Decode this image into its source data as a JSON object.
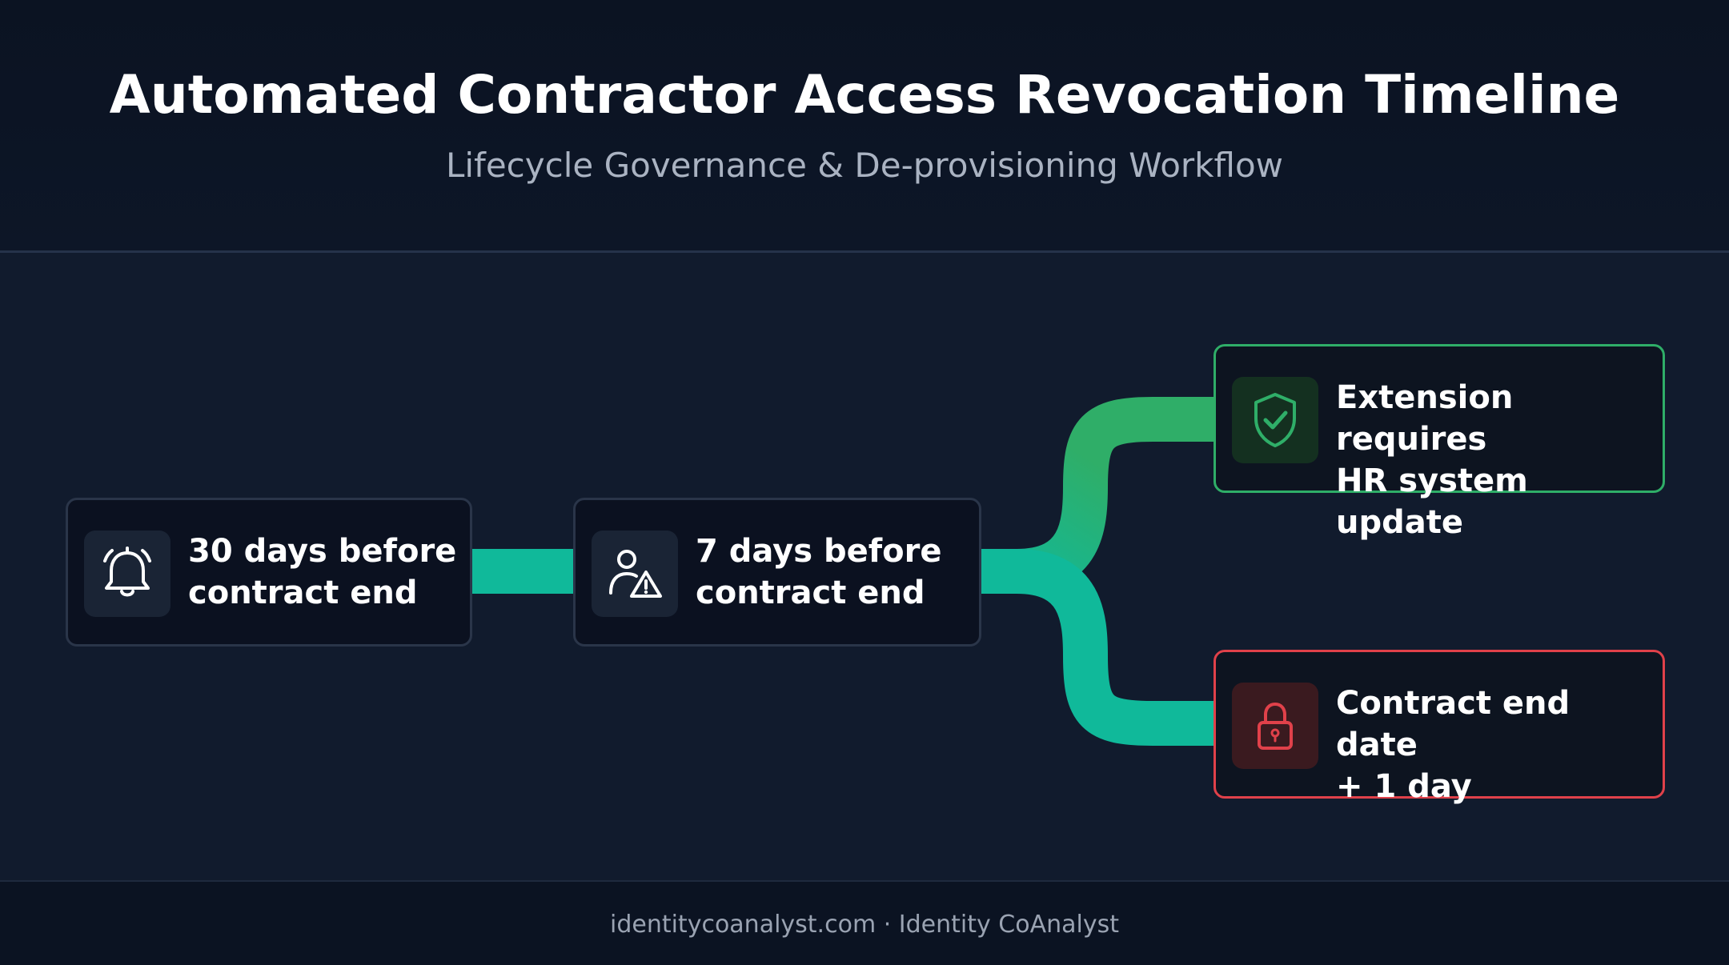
{
  "header": {
    "title": "Automated Contractor Access Revocation Timeline",
    "subtitle": "Lifecycle Governance & De-provisioning Workflow"
  },
  "nodes": [
    {
      "id": "step-30-days",
      "label": "30 days before\ncontract end",
      "icon": "bell-icon"
    },
    {
      "id": "step-7-days",
      "label": "7 days before\ncontract end",
      "icon": "user-warning-icon"
    },
    {
      "id": "branch-extension",
      "label": "Extension requires\nHR system update",
      "icon": "shield-check-icon",
      "status": "success"
    },
    {
      "id": "branch-revocation",
      "label": "Contract end date\n+ 1 day",
      "icon": "lock-icon",
      "status": "danger"
    }
  ],
  "colors": {
    "connector": "#10b99a",
    "connector_green": "#2fae68",
    "success_border": "#2fae68",
    "danger_border": "#e0414a"
  },
  "footer": {
    "text": "identitycoanalyst.com · Identity CoAnalyst"
  }
}
